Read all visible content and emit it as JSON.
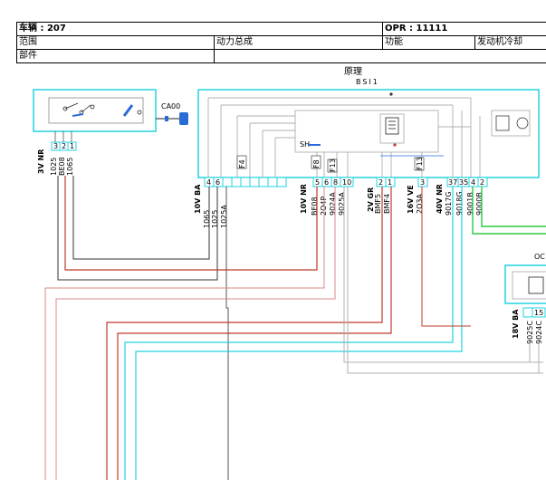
{
  "header": {
    "vehicle": "车辆 : 207",
    "opr": "OPR : 11111",
    "scope_label": "范围",
    "scope_value": "动力总成",
    "function_label": "功能",
    "function_value": "发动机冷却",
    "parts_label": "部件"
  },
  "diagram": {
    "title": "原理",
    "bsi_label": "BSI1",
    "ca00_label": "CA00",
    "left_block": {
      "connector": "3V NR",
      "pins": [
        "3",
        "2",
        "1"
      ],
      "wires": [
        "1025",
        "BE08",
        "1065"
      ]
    },
    "bsi_connectors": [
      {
        "name": "10V BA",
        "pins": [
          "4",
          "6"
        ],
        "wires": [
          "1065",
          "1025",
          "1025A"
        ]
      },
      {
        "name": "10V NR",
        "pins": [
          "5",
          "6",
          "8",
          "10"
        ],
        "wires": [
          "BE08",
          "2O4P",
          "9024A",
          "9025A"
        ]
      },
      {
        "name": "2V GR",
        "pins": [
          "2",
          "1"
        ],
        "wires": [
          "BMF5",
          "BMF4"
        ]
      },
      {
        "name": "16V VE",
        "pins": [
          "3"
        ],
        "wires": [
          "2O3A"
        ]
      },
      {
        "name": "40V NR",
        "pins": [
          "37",
          "35",
          "4",
          "2"
        ],
        "wires": [
          "9017G",
          "9018G",
          "9001B",
          "9000B"
        ]
      }
    ],
    "fuses": [
      "F4",
      "F8",
      "F13",
      "F13"
    ],
    "internal_label": "SH",
    "right_block": {
      "label_fragment": "OC",
      "connector": "18V BA",
      "pin": "15",
      "wires": [
        "9025C",
        "9024C"
      ]
    }
  },
  "colors": {
    "cyan": "#22d3e0",
    "red": "#c0392b",
    "pink": "#d98a8a",
    "green": "#2ecc40",
    "blue": "#2a6cd6",
    "gray": "#b0b0b0"
  }
}
